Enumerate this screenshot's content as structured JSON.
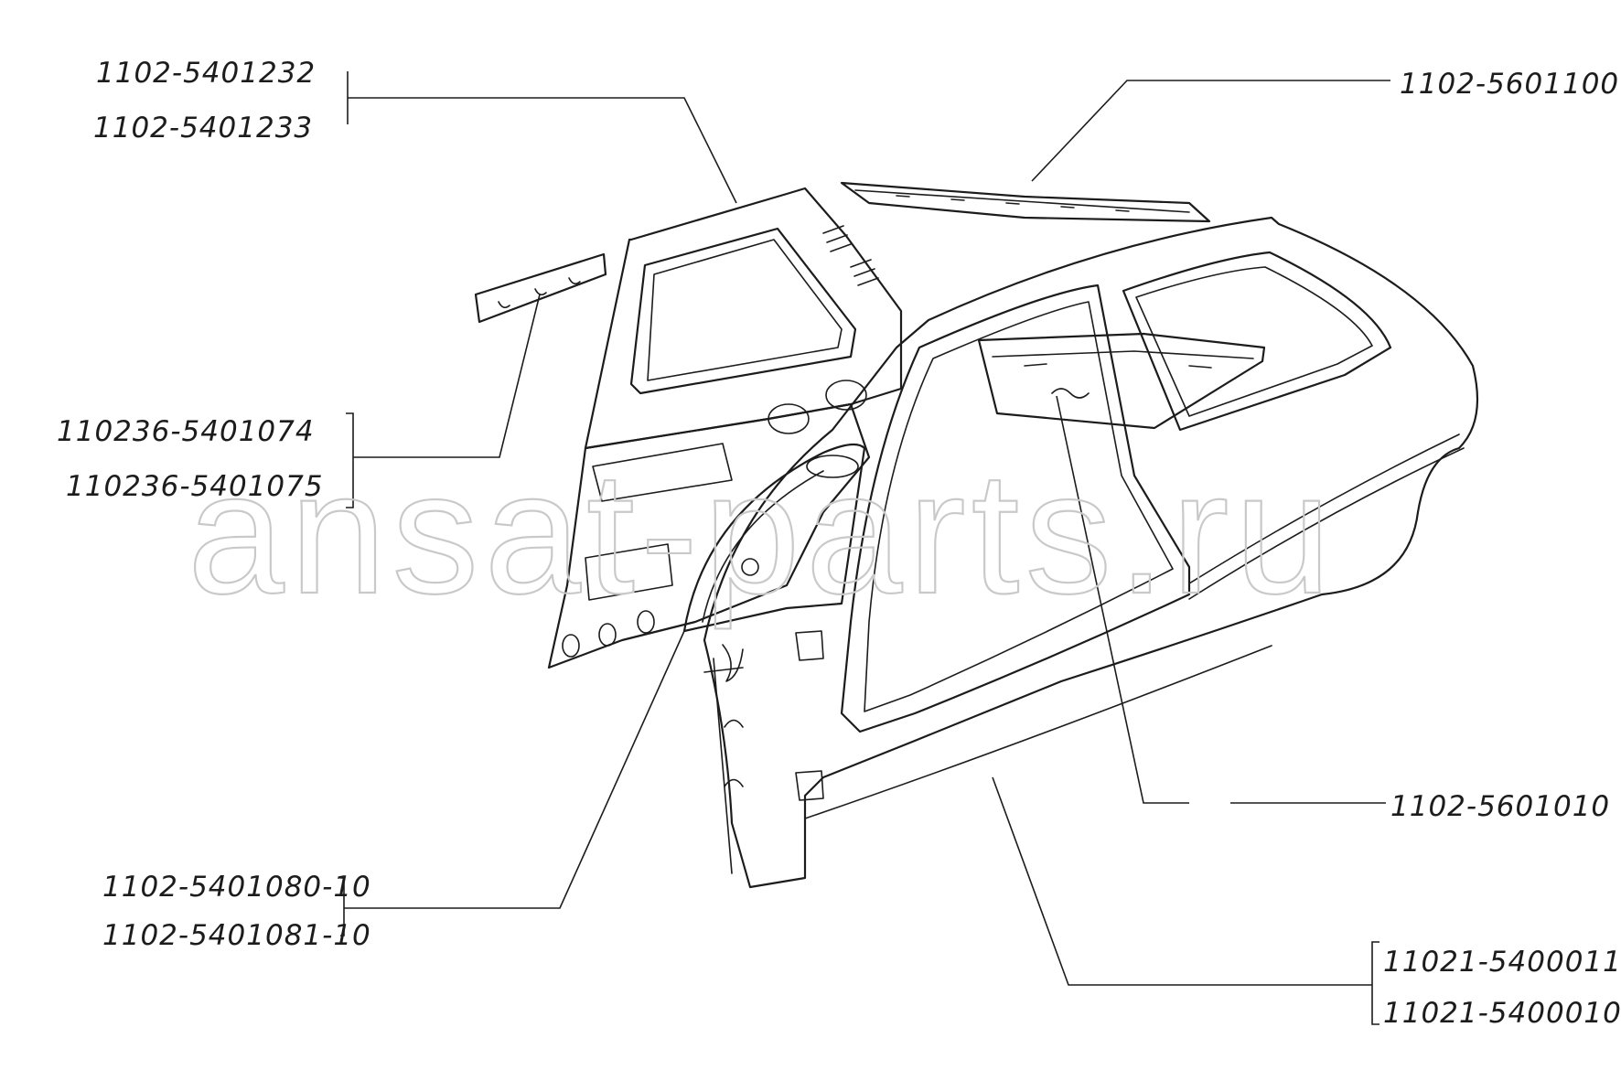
{
  "labels": {
    "rear_quarter_upper_1": "1102-5401232",
    "rear_quarter_upper_2": "1102-5401233",
    "roof_rail": "1102-5601100",
    "pillar_strip_1": "110236-5401074",
    "pillar_strip_2": "110236-5401075",
    "roof_panel": "1102-5601010",
    "inner_wheel_arch_1": "1102-5401080-10",
    "inner_wheel_arch_2": "1102-5401081-10",
    "body_side_1": "11021-5400011",
    "body_side_2": "11021-5400010"
  },
  "watermark": "ansat-parts.ru"
}
